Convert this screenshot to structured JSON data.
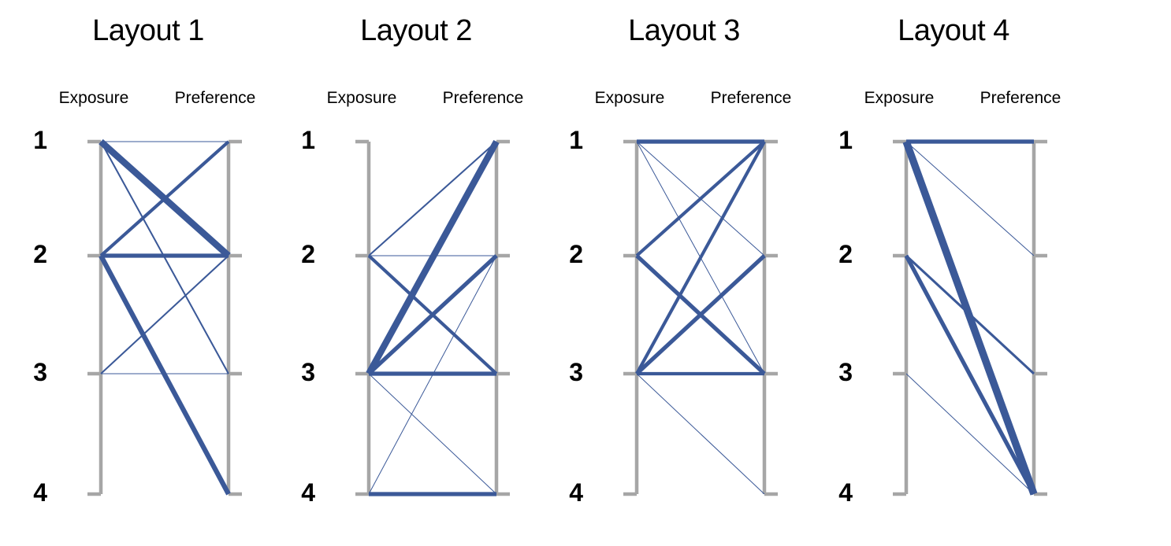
{
  "figure": {
    "background_color": "#FFFFFF",
    "edge_color": "#3B5998",
    "axis_color": "#A6A6A6",
    "label_color": "#000000"
  },
  "common": {
    "left_axis_label": "Exposure",
    "right_axis_label": "Preference",
    "rank_labels": [
      "1",
      "2",
      "3",
      "4"
    ]
  },
  "chart_data": {
    "type": "parallel-coordinates",
    "title": "",
    "xlabel": "",
    "ylabel": "",
    "axes": [
      "Exposure",
      "Preference"
    ],
    "ranks": [
      1,
      2,
      3,
      4
    ],
    "legend_position": "none",
    "grid": false,
    "note": "Four small-multiple slopegraph panels. Each edge links an Exposure rank (left axis) to a Preference rank (right axis); stroke width encodes flow weight.",
    "panels": [
      {
        "title": "Layout 1",
        "left_axis_label": "Exposure",
        "right_axis_label": "Preference",
        "edges": [
          {
            "from": 1,
            "to": 1,
            "weight": 1
          },
          {
            "from": 1,
            "to": 2,
            "weight": 8
          },
          {
            "from": 1,
            "to": 3,
            "weight": 2
          },
          {
            "from": 2,
            "to": 1,
            "weight": 4
          },
          {
            "from": 2,
            "to": 2,
            "weight": 5
          },
          {
            "from": 2,
            "to": 4,
            "weight": 6
          },
          {
            "from": 3,
            "to": 2,
            "weight": 2
          },
          {
            "from": 3,
            "to": 3,
            "weight": 1
          }
        ]
      },
      {
        "title": "Layout 2",
        "left_axis_label": "Exposure",
        "right_axis_label": "Preference",
        "edges": [
          {
            "from": 2,
            "to": 1,
            "weight": 2
          },
          {
            "from": 2,
            "to": 2,
            "weight": 1
          },
          {
            "from": 2,
            "to": 3,
            "weight": 4
          },
          {
            "from": 3,
            "to": 1,
            "weight": 8
          },
          {
            "from": 3,
            "to": 2,
            "weight": 5
          },
          {
            "from": 3,
            "to": 3,
            "weight": 5
          },
          {
            "from": 3,
            "to": 4,
            "weight": 1
          },
          {
            "from": 4,
            "to": 2,
            "weight": 1
          },
          {
            "from": 4,
            "to": 4,
            "weight": 5
          }
        ]
      },
      {
        "title": "Layout 3",
        "left_axis_label": "Exposure",
        "right_axis_label": "Preference",
        "edges": [
          {
            "from": 1,
            "to": 1,
            "weight": 5
          },
          {
            "from": 1,
            "to": 2,
            "weight": 1
          },
          {
            "from": 1,
            "to": 3,
            "weight": 1
          },
          {
            "from": 2,
            "to": 1,
            "weight": 4
          },
          {
            "from": 2,
            "to": 3,
            "weight": 5
          },
          {
            "from": 3,
            "to": 1,
            "weight": 4
          },
          {
            "from": 3,
            "to": 2,
            "weight": 5
          },
          {
            "from": 3,
            "to": 3,
            "weight": 4
          },
          {
            "from": 3,
            "to": 4,
            "weight": 1
          }
        ]
      },
      {
        "title": "Layout 4",
        "left_axis_label": "Exposure",
        "right_axis_label": "Preference",
        "edges": [
          {
            "from": 1,
            "to": 1,
            "weight": 5
          },
          {
            "from": 1,
            "to": 2,
            "weight": 1
          },
          {
            "from": 1,
            "to": 4,
            "weight": 9
          },
          {
            "from": 2,
            "to": 3,
            "weight": 3
          },
          {
            "from": 2,
            "to": 4,
            "weight": 5
          },
          {
            "from": 3,
            "to": 4,
            "weight": 1
          }
        ]
      }
    ]
  }
}
